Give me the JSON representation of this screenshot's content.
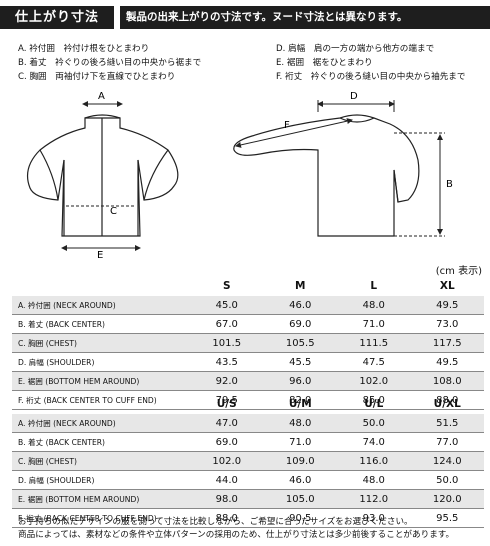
{
  "header": {
    "title": "仕上がり寸法",
    "note": "製品の出来上がりの寸法です。ヌード寸法とは異なります。"
  },
  "legend": [
    "A. 衿付囲　衿付け根をひとまわり",
    "B. 着丈　衿ぐりの後ろ縫い目の中央から裾まで",
    "C. 胸囲　両袖付け下を直線でひとまわり",
    "D. 肩幅　肩の一方の端から他方の端まで",
    "E. 裾囲　裾をひとまわり",
    "F. 裄丈　衿ぐりの後ろ縫い目の中央から袖先まで"
  ],
  "diagram_labels": {
    "a": "A",
    "b": "B",
    "c": "C",
    "d": "D",
    "e": "E",
    "f": "F"
  },
  "unit_note": "(cm 表示)",
  "row_labels": [
    "A. 衿付囲 (NECK AROUND)",
    "B. 着丈 (BACK CENTER)",
    "C. 胸囲 (CHEST)",
    "D. 肩幅 (SHOULDER)",
    "E. 裾囲 (BOTTOM HEM AROUND)",
    "F. 裄丈 (BACK CENTER TO CUFF END)"
  ],
  "table1": {
    "columns": [
      "S",
      "M",
      "L",
      "XL"
    ],
    "rows": [
      [
        "45.0",
        "46.0",
        "48.0",
        "49.5"
      ],
      [
        "67.0",
        "69.0",
        "71.0",
        "73.0"
      ],
      [
        "101.5",
        "105.5",
        "111.5",
        "117.5"
      ],
      [
        "43.5",
        "45.5",
        "47.5",
        "49.5"
      ],
      [
        "92.0",
        "96.0",
        "102.0",
        "108.0"
      ],
      [
        "79.5",
        "82.0",
        "85.0",
        "88.0"
      ]
    ]
  },
  "table2": {
    "columns": [
      "U/S",
      "U/M",
      "U/L",
      "U/XL"
    ],
    "rows": [
      [
        "47.0",
        "48.0",
        "50.0",
        "51.5"
      ],
      [
        "69.0",
        "71.0",
        "74.0",
        "77.0"
      ],
      [
        "102.0",
        "109.0",
        "116.0",
        "124.0"
      ],
      [
        "44.0",
        "46.0",
        "48.0",
        "50.0"
      ],
      [
        "98.0",
        "105.0",
        "112.0",
        "120.0"
      ],
      [
        "88.0",
        "90.5",
        "93.0",
        "95.5"
      ]
    ]
  },
  "footer": [
    "お手持ちの似たデザインの服を測って寸法を比較しながら、ご希望に合ったサイズをお選びください。",
    "商品によっては、素材などの条件や立体パターンの採用のため、仕上がり寸法とは多少前後することがあります。"
  ]
}
